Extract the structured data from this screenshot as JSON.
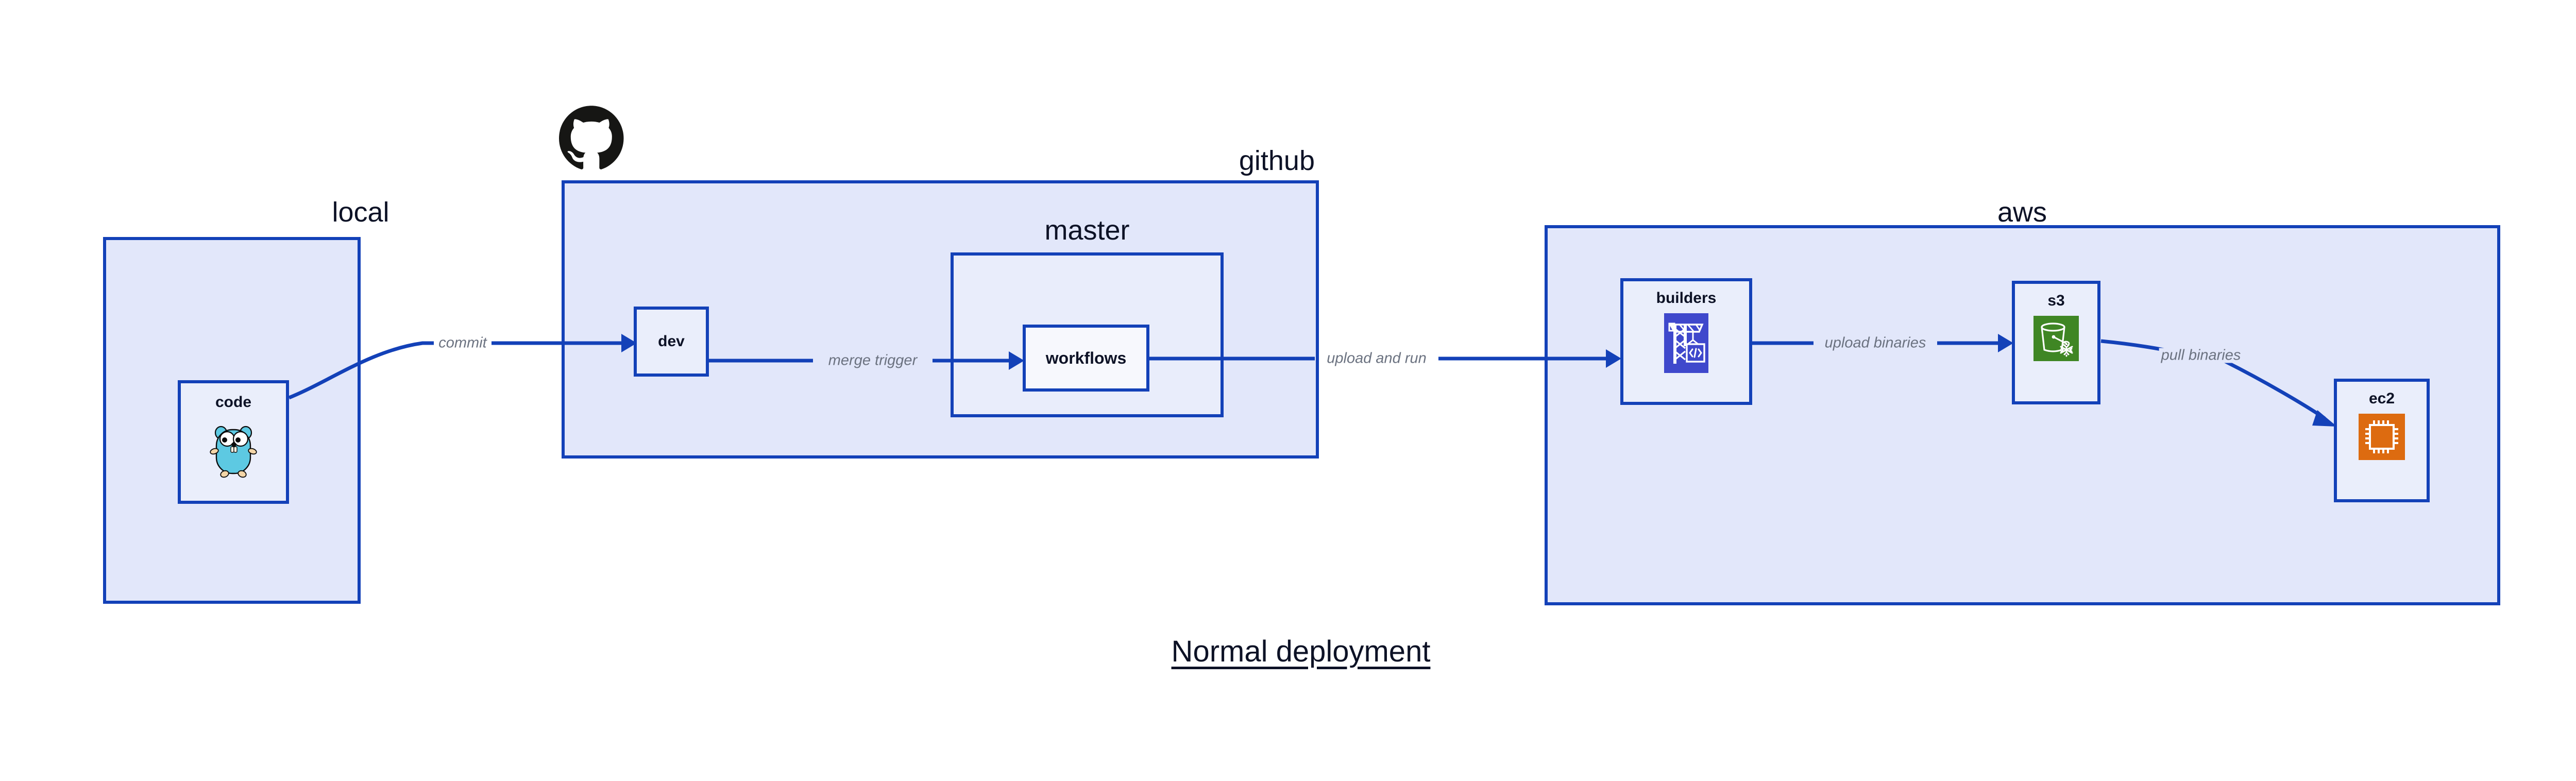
{
  "diagram": {
    "title": "Normal deployment",
    "colors": {
      "edge": "#1341b8",
      "group_border": "#1341b8",
      "group_fill": "#e2e7fa",
      "node_fill": "#eaeefb",
      "label_text": "#0d1226",
      "edge_label_text": "#6b7280",
      "codebuild_icon": "#3f48cc",
      "s3_icon": "#3f8624",
      "ec2_icon": "#dd6b10",
      "gopher": "#5dc9e2",
      "octocat": "#161614"
    }
  },
  "groups": {
    "local": {
      "label": "local"
    },
    "github": {
      "label": "github"
    },
    "master": {
      "label": "master"
    },
    "aws": {
      "label": "aws"
    }
  },
  "nodes": {
    "code": {
      "label": "code",
      "icon": "go-gopher-icon"
    },
    "dev": {
      "label": "dev",
      "icon": ""
    },
    "workflows": {
      "label": "workflows",
      "icon": ""
    },
    "builders": {
      "label": "builders",
      "icon": "aws-codebuild-icon"
    },
    "s3": {
      "label": "s3",
      "icon": "aws-s3-icon"
    },
    "ec2": {
      "label": "ec2",
      "icon": "aws-ec2-icon"
    }
  },
  "edges": [
    {
      "id": "commit",
      "label": "commit",
      "from": "code",
      "to": "dev"
    },
    {
      "id": "merge-trigger",
      "label": "merge trigger",
      "from": "dev",
      "to": "workflows"
    },
    {
      "id": "upload-and-run",
      "label": "upload and run",
      "from": "workflows",
      "to": "builders"
    },
    {
      "id": "upload-binaries",
      "label": "upload binaries",
      "from": "builders",
      "to": "s3"
    },
    {
      "id": "pull-binaries",
      "label": "pull binaries",
      "from": "s3",
      "to": "ec2"
    }
  ],
  "logos": {
    "github": "github-octocat-logo"
  }
}
